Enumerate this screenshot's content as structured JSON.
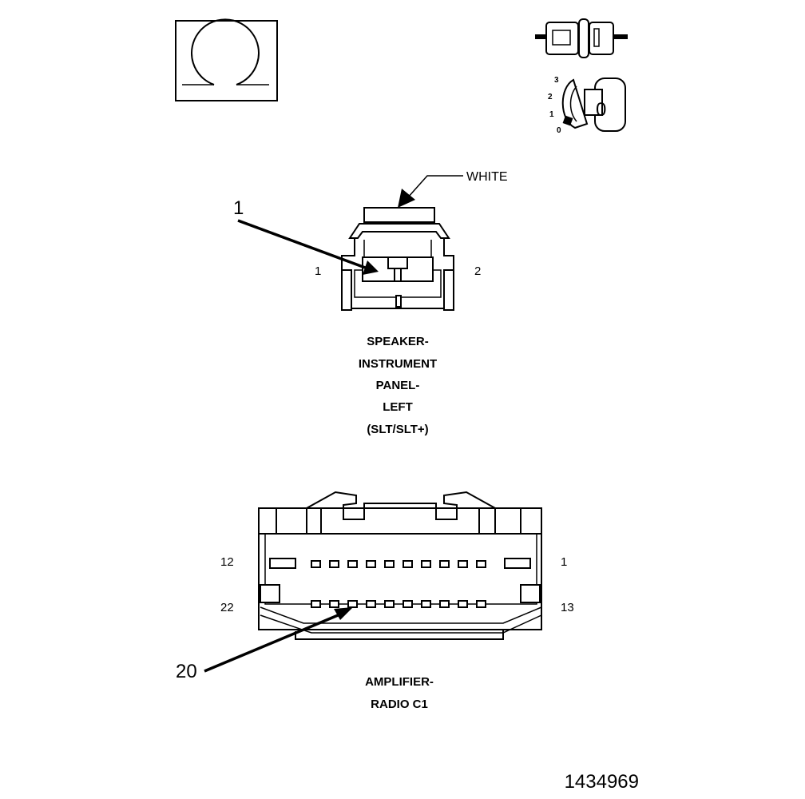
{
  "ignition_symbol": {
    "icon": "key-positions-icon",
    "positions": [
      "3",
      "2",
      "1",
      "0"
    ],
    "key_letter": "0"
  },
  "speaker_connector": {
    "color_label": "WHITE",
    "callout": "1",
    "pin_left": "1",
    "pin_right": "2",
    "title_lines": [
      "SPEAKER-",
      "INSTRUMENT",
      "PANEL-",
      "LEFT",
      "(SLT/SLT+)"
    ]
  },
  "amplifier_connector": {
    "pin_top_left": "12",
    "pin_top_right": "1",
    "pin_bottom_left": "22",
    "pin_bottom_right": "13",
    "callout": "20",
    "title_lines": [
      "AMPLIFIER-",
      "RADIO C1"
    ]
  },
  "figure_number": "1434969"
}
